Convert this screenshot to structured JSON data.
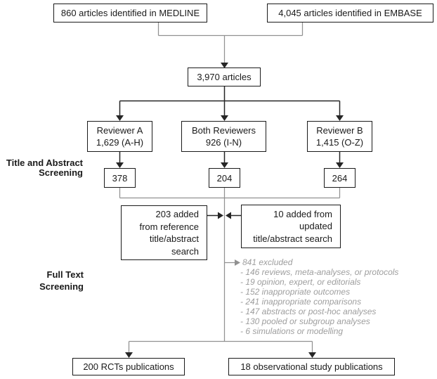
{
  "flowchart": {
    "sources": {
      "medline": "860 articles identified in MEDLINE",
      "embase": "4,045 articles identified in EMBASE"
    },
    "combined_total": "3,970 articles",
    "stage_labels": {
      "title_abstract": "Title and Abstract\nScreening",
      "full_text": "Full Text\nScreening"
    },
    "reviewers": [
      {
        "name": "Reviewer A\n1,629 (A-H)",
        "screened": "378"
      },
      {
        "name": "Both Reviewers\n926 (I-N)",
        "screened": "204"
      },
      {
        "name": "Reviewer B\n1,415 (O-Z)",
        "screened": "264"
      }
    ],
    "additions": {
      "reference_search": "203 added\nfrom reference\ntitle/abstract\nsearch",
      "updated_search": "10 added from\nupdated\ntitle/abstract search"
    },
    "full_text_exclusions": {
      "header": "841 excluded",
      "items": [
        "- 146 reviews, meta-analyses, or protocols",
        "- 19 opinion, expert, or editorials",
        "- 152 inappropriate outcomes",
        "- 241 inappropriate comparisons",
        "- 147 abstracts or post-hoc analyses",
        "- 130 pooled or subgroup analyses",
        "- 6 simulations or modelling"
      ]
    },
    "outcomes": {
      "rcts": "200 RCTs publications",
      "observational": "18 observational study publications"
    },
    "colors": {
      "box_border": "#1a1a1a",
      "line_dark": "#262626",
      "line_gray": "#919191",
      "excluded_text": "#9e9e9e",
      "text": "#1a1a1a",
      "background": "#ffffff"
    }
  }
}
